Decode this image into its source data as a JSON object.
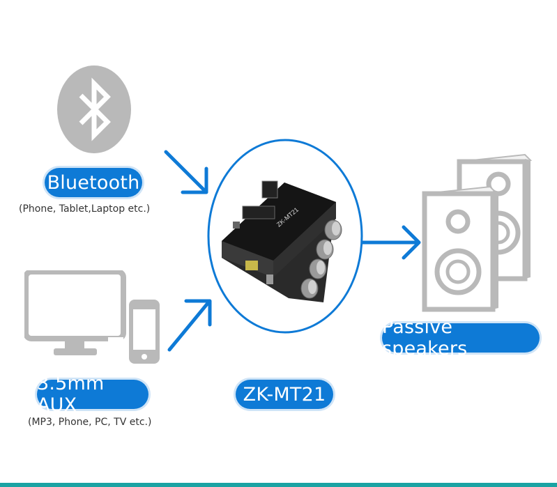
{
  "inputs": {
    "bluetooth": {
      "label": "Bluetooth",
      "sublabel": "(Phone, Tablet,Laptop etc.)",
      "icon": "bluetooth-icon"
    },
    "aux": {
      "label": "3.5mm AUX",
      "sublabel": "(MP3, Phone, PC, TV etc.)",
      "icon": "monitor-phone-icon"
    }
  },
  "device": {
    "label": "ZK-MT21",
    "board_text": "ZK-MT21",
    "icon": "amplifier-board-icon"
  },
  "output": {
    "label": "Passive speakers",
    "icon": "speakers-icon"
  },
  "colors": {
    "accent": "#0e7ad6",
    "icon_gray": "#b9b9b9",
    "board": "#1c1c1c",
    "footer": "#1aa3a3"
  }
}
